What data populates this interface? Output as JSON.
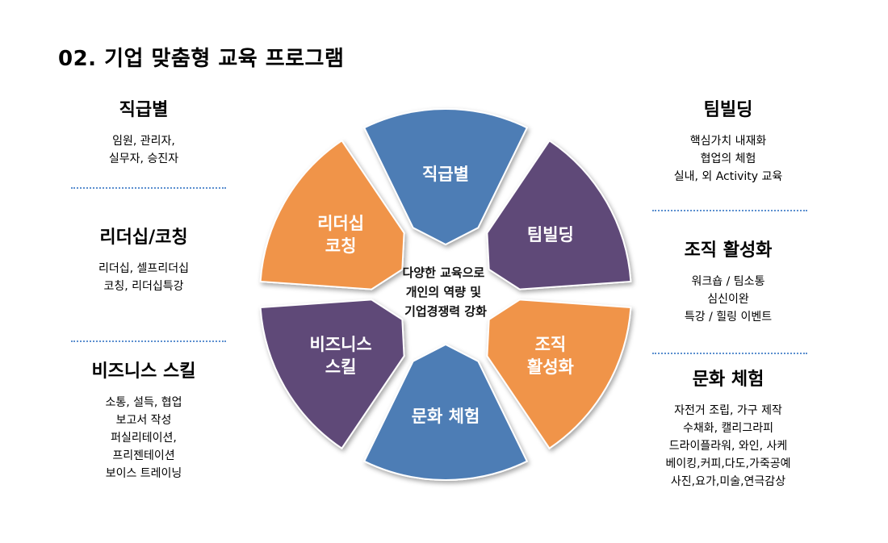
{
  "title": "02. 기업 맞춤형 교육 프로그램",
  "colors": {
    "blue": "#4e7db5",
    "purple": "#5e4878",
    "orange": "#f0944a",
    "divider": "#5b8fcf"
  },
  "center": {
    "lines": [
      "다양한 교육으로",
      "개인의 역량 및",
      "기업경쟁력 강화"
    ]
  },
  "segments": [
    {
      "lines": [
        "직급별"
      ],
      "color": "blue"
    },
    {
      "lines": [
        "팀빌딩"
      ],
      "color": "purple"
    },
    {
      "lines": [
        "조직",
        "활성화"
      ],
      "color": "orange"
    },
    {
      "lines": [
        "문화 체험"
      ],
      "color": "blue"
    },
    {
      "lines": [
        "비즈니스",
        "스킬"
      ],
      "color": "purple"
    },
    {
      "lines": [
        "리더십",
        "코칭"
      ],
      "color": "orange"
    }
  ],
  "left": [
    {
      "heading": "직급별",
      "lines": [
        "임원, 관리자,",
        "실무자, 승진자"
      ]
    },
    {
      "heading": "리더십/코칭",
      "lines": [
        "리더십, 셀프리더십",
        "코칭, 리더십특강"
      ]
    },
    {
      "heading": "비즈니스 스킬",
      "lines": [
        "소통, 설득, 협업",
        "보고서 작성",
        "퍼실리테이션,",
        "프리젠테이션",
        "보이스 트레이닝"
      ]
    }
  ],
  "right": [
    {
      "heading": "팀빌딩",
      "lines": [
        "핵심가치 내재화",
        "협업의 체험",
        "실내, 외 Activity 교육"
      ]
    },
    {
      "heading": "조직 활성화",
      "lines": [
        "워크숍 / 팀소통",
        "심신이완",
        "특강 / 힐링 이벤트"
      ]
    },
    {
      "heading": "문화 체험",
      "lines": [
        "자전거 조립, 가구 제작",
        "수채화, 캘리그라피",
        "드라이플라워, 와인, 사케",
        "베이킹,커피,다도,가죽공예",
        "사진,요가,미술,연극감상"
      ]
    }
  ]
}
